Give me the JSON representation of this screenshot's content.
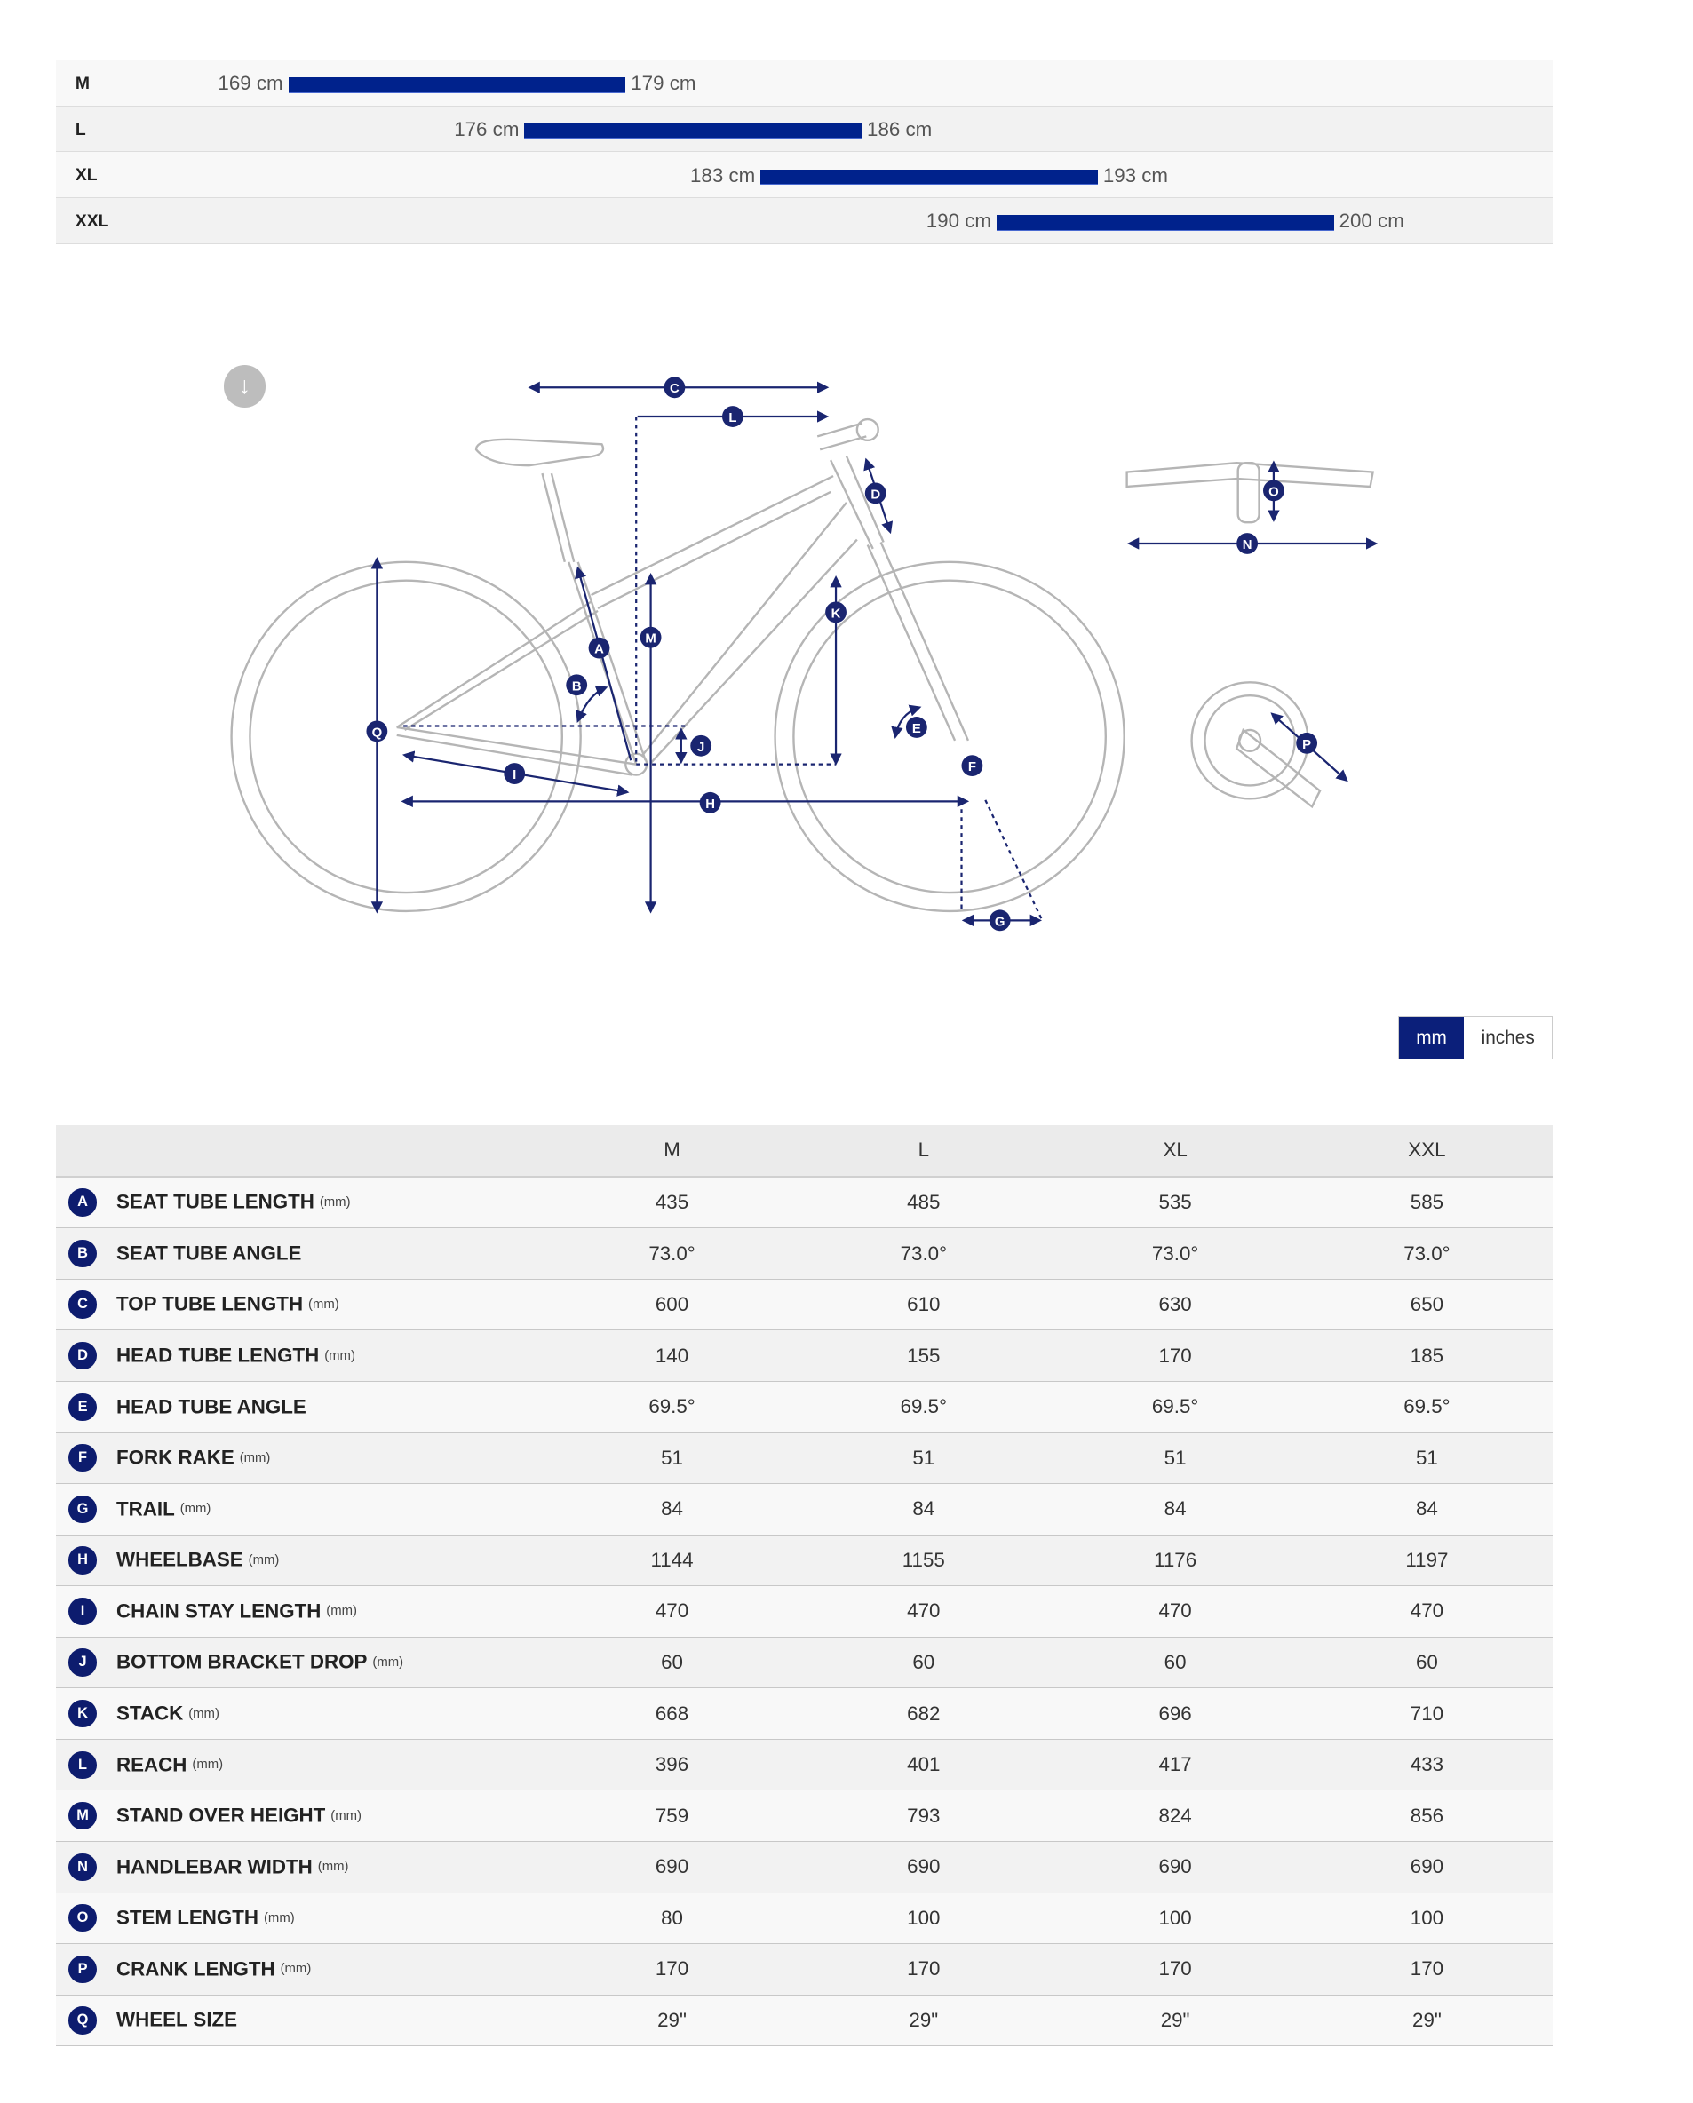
{
  "size_chart": {
    "bar_color": "#00228c",
    "rows": [
      {
        "size": "M",
        "min": "169 cm",
        "max": "179 cm",
        "min_cm": 169,
        "max_cm": 179
      },
      {
        "size": "L",
        "min": "176 cm",
        "max": "186 cm",
        "min_cm": 176,
        "max_cm": 186
      },
      {
        "size": "XL",
        "min": "183 cm",
        "max": "193 cm",
        "min_cm": 183,
        "max_cm": 193
      },
      {
        "size": "XXL",
        "min": "190 cm",
        "max": "200 cm",
        "min_cm": 190,
        "max_cm": 200
      }
    ]
  },
  "download_icon": "arrow-down-circle-icon",
  "diagram_letters": [
    "A",
    "B",
    "C",
    "D",
    "E",
    "F",
    "G",
    "H",
    "I",
    "J",
    "K",
    "L",
    "M",
    "N",
    "O",
    "P",
    "Q"
  ],
  "unit_toggle": {
    "mm": "mm",
    "inches": "inches",
    "active": "mm"
  },
  "table": {
    "headers": [
      "M",
      "L",
      "XL",
      "XXL"
    ],
    "rows": [
      {
        "letter": "A",
        "name": "SEAT TUBE LENGTH",
        "unit": "(mm)",
        "values": [
          "435",
          "485",
          "535",
          "585"
        ]
      },
      {
        "letter": "B",
        "name": "SEAT TUBE ANGLE",
        "unit": "",
        "values": [
          "73.0°",
          "73.0°",
          "73.0°",
          "73.0°"
        ]
      },
      {
        "letter": "C",
        "name": "TOP TUBE LENGTH",
        "unit": "(mm)",
        "values": [
          "600",
          "610",
          "630",
          "650"
        ]
      },
      {
        "letter": "D",
        "name": "HEAD TUBE LENGTH",
        "unit": "(mm)",
        "values": [
          "140",
          "155",
          "170",
          "185"
        ]
      },
      {
        "letter": "E",
        "name": "HEAD TUBE ANGLE",
        "unit": "",
        "values": [
          "69.5°",
          "69.5°",
          "69.5°",
          "69.5°"
        ]
      },
      {
        "letter": "F",
        "name": "FORK RAKE",
        "unit": "(mm)",
        "values": [
          "51",
          "51",
          "51",
          "51"
        ]
      },
      {
        "letter": "G",
        "name": "TRAIL",
        "unit": "(mm)",
        "values": [
          "84",
          "84",
          "84",
          "84"
        ]
      },
      {
        "letter": "H",
        "name": "WHEELBASE",
        "unit": "(mm)",
        "values": [
          "1144",
          "1155",
          "1176",
          "1197"
        ]
      },
      {
        "letter": "I",
        "name": "CHAIN STAY LENGTH",
        "unit": "(mm)",
        "values": [
          "470",
          "470",
          "470",
          "470"
        ]
      },
      {
        "letter": "J",
        "name": "BOTTOM BRACKET DROP",
        "unit": "(mm)",
        "values": [
          "60",
          "60",
          "60",
          "60"
        ]
      },
      {
        "letter": "K",
        "name": "STACK",
        "unit": "(mm)",
        "values": [
          "668",
          "682",
          "696",
          "710"
        ]
      },
      {
        "letter": "L",
        "name": "REACH",
        "unit": "(mm)",
        "values": [
          "396",
          "401",
          "417",
          "433"
        ]
      },
      {
        "letter": "M",
        "name": "STAND OVER HEIGHT",
        "unit": "(mm)",
        "values": [
          "759",
          "793",
          "824",
          "856"
        ]
      },
      {
        "letter": "N",
        "name": "HANDLEBAR WIDTH",
        "unit": "(mm)",
        "values": [
          "690",
          "690",
          "690",
          "690"
        ]
      },
      {
        "letter": "O",
        "name": "STEM LENGTH",
        "unit": "(mm)",
        "values": [
          "80",
          "100",
          "100",
          "100"
        ]
      },
      {
        "letter": "P",
        "name": "CRANK LENGTH",
        "unit": "(mm)",
        "values": [
          "170",
          "170",
          "170",
          "170"
        ]
      },
      {
        "letter": "Q",
        "name": "WHEEL SIZE",
        "unit": "",
        "values": [
          "29\"",
          "29\"",
          "29\"",
          "29\""
        ]
      }
    ]
  }
}
